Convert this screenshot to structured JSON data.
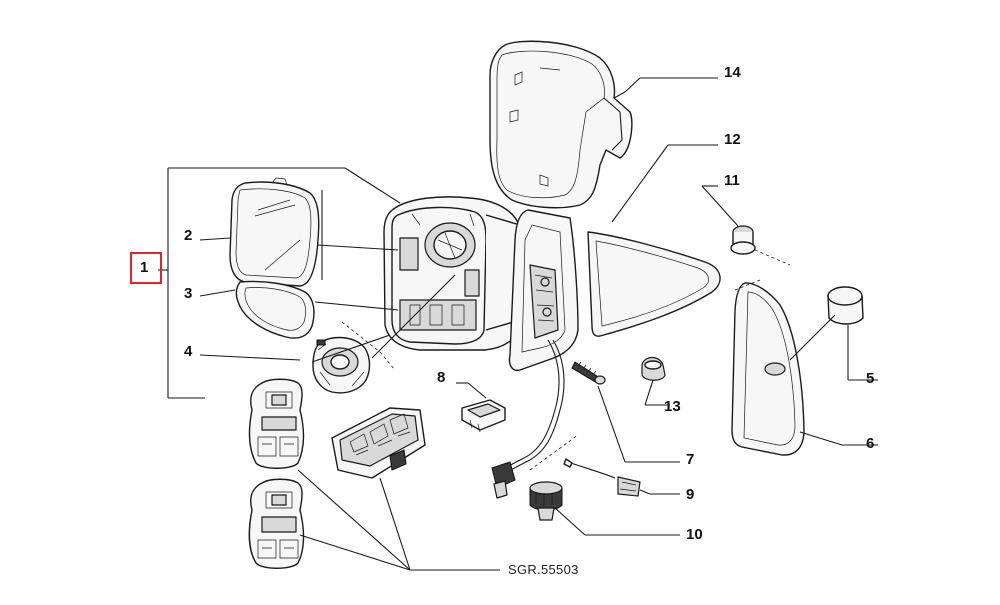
{
  "diagram": {
    "reference_code": "SGR.55503",
    "highlight_color": "#e0262b",
    "callouts": [
      {
        "key": "c1",
        "label": "1"
      },
      {
        "key": "c2",
        "label": "2"
      },
      {
        "key": "c3",
        "label": "3"
      },
      {
        "key": "c4",
        "label": "4"
      },
      {
        "key": "c5",
        "label": "5"
      },
      {
        "key": "c6",
        "label": "6"
      },
      {
        "key": "c7",
        "label": "7"
      },
      {
        "key": "c8",
        "label": "8"
      },
      {
        "key": "c9",
        "label": "9"
      },
      {
        "key": "c10",
        "label": "10"
      },
      {
        "key": "c11",
        "label": "11"
      },
      {
        "key": "c12",
        "label": "12"
      },
      {
        "key": "c13",
        "label": "13"
      },
      {
        "key": "c14",
        "label": "14"
      }
    ],
    "highlighted_callout": "1"
  }
}
